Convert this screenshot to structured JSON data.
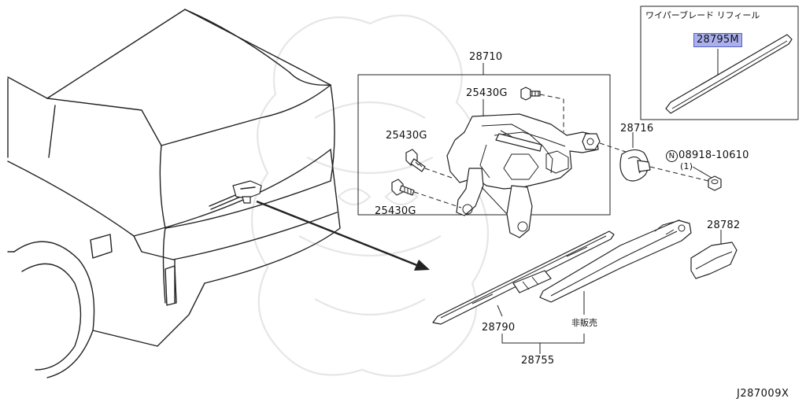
{
  "callouts": {
    "motor_assembly": "28710",
    "bolt_top": "25430G",
    "bolt_left": "25430G",
    "bolt_lower": "25430G",
    "cap": "28716",
    "nut_prefix": "N",
    "nut": "08918-10610",
    "nut_qty": "(1)",
    "arm_cover": "28782",
    "blade": "28790",
    "arm_note": "非販売",
    "arm_assembly": "28755",
    "refill": "28795M"
  },
  "refill_box": {
    "title": "ワイパーブレード リフィール"
  },
  "diagram_id": "J287009X",
  "colors": {
    "line": "#222222",
    "highlight": "#aab0ee"
  }
}
